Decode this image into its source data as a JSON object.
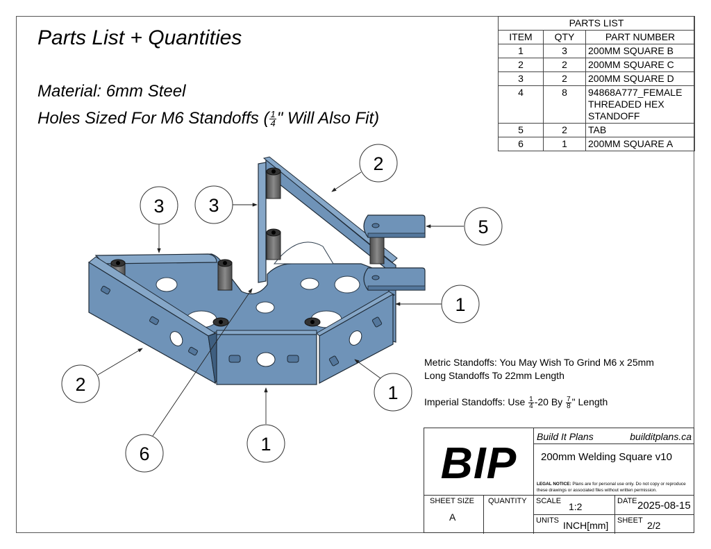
{
  "page": {
    "title": "Parts List + Quantities",
    "material": "Material: 6mm Steel",
    "holes_note_prefix": "Holes Sized For M6 Standoffs (",
    "holes_note_frac_num": "1",
    "holes_note_frac_den": "4",
    "holes_note_suffix": "\" Will Also Fit)"
  },
  "parts_list": {
    "title": "PARTS LIST",
    "headers": [
      "ITEM",
      "QTY",
      "PART NUMBER"
    ],
    "rows": [
      {
        "item": "1",
        "qty": "3",
        "part": "200MM SQUARE B"
      },
      {
        "item": "2",
        "qty": "2",
        "part": "200MM SQUARE C"
      },
      {
        "item": "3",
        "qty": "2",
        "part": "200MM SQUARE D"
      },
      {
        "item": "4",
        "qty": "8",
        "part_lines": [
          "94868A777_FEMALE",
          "THREADED HEX",
          "STANDOFF"
        ]
      },
      {
        "item": "5",
        "qty": "2",
        "part": "TAB"
      },
      {
        "item": "6",
        "qty": "1",
        "part": "200MM SQUARE A"
      }
    ]
  },
  "notes": {
    "metric_line1": "Metric Standoffs: You May Wish To Grind M6 x 25mm",
    "metric_line2": "Long Standoffs To 22mm Length",
    "imperial_prefix": "Imperial Standoffs: Use ",
    "imperial_frac1_num": "1",
    "imperial_frac1_den": "4",
    "imperial_mid": "-20 By ",
    "imperial_frac2_num": "7",
    "imperial_frac2_den": "8",
    "imperial_suffix": "\" Length"
  },
  "balloons": [
    {
      "id": "b-3-left",
      "label": "3"
    },
    {
      "id": "b-3-mid",
      "label": "3"
    },
    {
      "id": "b-2-top",
      "label": "2"
    },
    {
      "id": "b-5",
      "label": "5"
    },
    {
      "id": "b-1-right",
      "label": "1"
    },
    {
      "id": "b-2-left",
      "label": "2"
    },
    {
      "id": "b-1-lowright",
      "label": "1"
    },
    {
      "id": "b-1-bottom",
      "label": "1"
    },
    {
      "id": "b-6",
      "label": "6"
    }
  ],
  "title_block": {
    "logo": "BIP",
    "company": "Build It Plans",
    "url": "builditplans.ca",
    "drawing_title": "200mm Welding Square v10",
    "legal_label": "LEGAL NOTICE:",
    "legal_text": " Plans are for personal use only. Do not copy or reproduce these drawings or associated files without written permission.",
    "sheet_size_label": "SHEET SIZE",
    "sheet_size": "A",
    "quantity_label": "QUANTITY",
    "quantity": "",
    "scale_label": "SCALE",
    "scale": "1:2",
    "date_label": "DATE",
    "date": "2025-08-15",
    "units_label": "UNITS",
    "units": "INCH[mm]",
    "sheet_label": "SHEET",
    "sheet": "2/2"
  },
  "colors": {
    "steel": "#6f93b8",
    "steel_dark": "#54779c",
    "steel_light": "#86a7c8",
    "standoff": "#6e6e6e"
  }
}
